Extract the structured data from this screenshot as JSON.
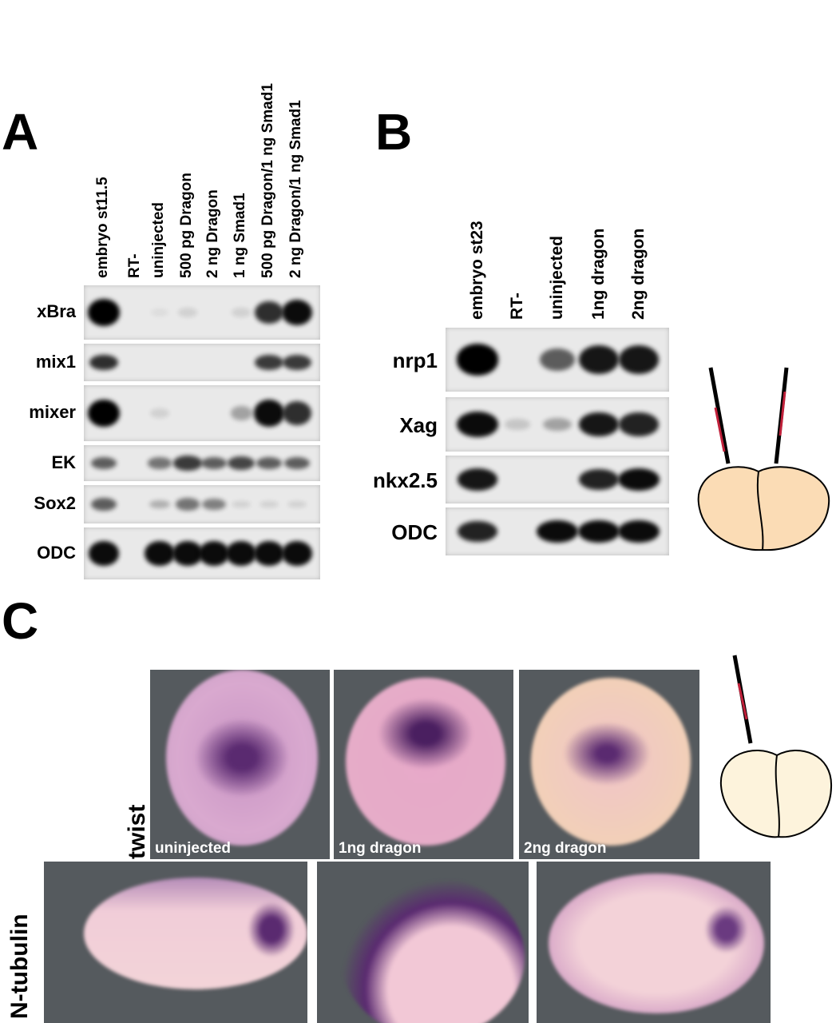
{
  "panelA": {
    "letter": "A",
    "lanes": [
      "embryo st11.5",
      "RT-",
      "uninjected",
      "500 pg Dragon",
      "2 ng Dragon",
      "1 ng Smad1",
      "500 pg Dragon/1 ng Smad1",
      "2 ng Dragon/1 ng Smad1"
    ],
    "rows": [
      {
        "label": "xBra",
        "intensity": [
          1,
          0,
          0.05,
          0.1,
          0,
          0.1,
          0.8,
          0.95
        ]
      },
      {
        "label": "mix1",
        "intensity": [
          0.8,
          0,
          0,
          0,
          0,
          0,
          0.75,
          0.75
        ]
      },
      {
        "label": "mixer",
        "intensity": [
          1,
          0,
          0.1,
          0,
          0,
          0.3,
          0.95,
          0.8
        ]
      },
      {
        "label": "EK",
        "intensity": [
          0.6,
          0,
          0.5,
          0.75,
          0.6,
          0.7,
          0.6,
          0.6
        ]
      },
      {
        "label": "Sox2",
        "intensity": [
          0.6,
          0,
          0.25,
          0.5,
          0.45,
          0.1,
          0.1,
          0.1
        ]
      },
      {
        "label": "ODC",
        "intensity": [
          0.95,
          0,
          0.95,
          0.95,
          0.95,
          0.95,
          0.95,
          0.95
        ]
      }
    ]
  },
  "panelB": {
    "letter": "B",
    "lanes": [
      "embryo st23",
      "RT-",
      "uninjected",
      "1ng dragon",
      "2ng dragon"
    ],
    "rows": [
      {
        "label": "nrp1",
        "intensity": [
          1,
          0,
          0.6,
          0.9,
          0.9
        ]
      },
      {
        "label": "Xag",
        "intensity": [
          0.95,
          0.15,
          0.3,
          0.9,
          0.85
        ]
      },
      {
        "label": "nkx2.5",
        "intensity": [
          0.9,
          0,
          0,
          0.85,
          0.95
        ]
      },
      {
        "label": "ODC",
        "intensity": [
          0.85,
          0,
          0.95,
          0.95,
          0.95
        ]
      }
    ]
  },
  "panelC": {
    "letter": "C",
    "row_twist": "twist",
    "row_ntubulin": "N-tubulin",
    "twist_panels": [
      "uninjected",
      "1ng dragon",
      "2ng dragon"
    ]
  },
  "colors": {
    "embryo_cartoon_B": "#fbdcb5",
    "embryo_cartoon_C": "#fdf3dc",
    "needle_red": "#c0203a"
  }
}
